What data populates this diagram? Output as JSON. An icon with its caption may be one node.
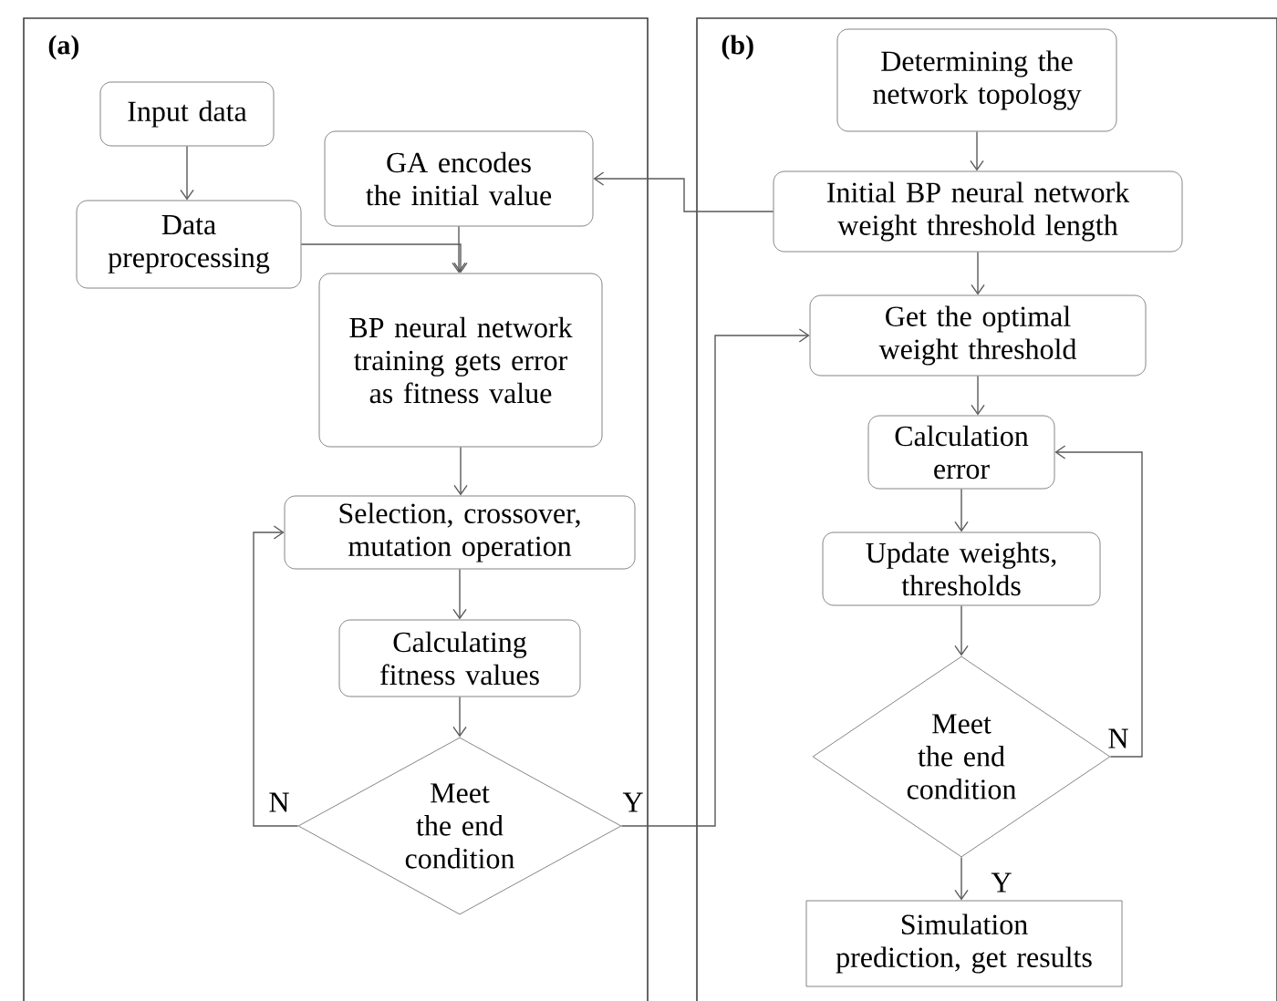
{
  "diagram": {
    "nodes": [
      {
        "text": [
          "(a)"
        ]
      },
      {
        "text": [
          "Input data"
        ],
        "in": 0
      },
      {
        "text": [
          "Data preprocessing"
        ],
        "in": 0
      },
      {
        "text": [
          "GA encodes the initial value"
        ],
        "in": 0
      },
      {
        "text": [
          "BP neural network training gets error as fitness value"
        ],
        "in": 0
      },
      {
        "text": [
          "Selection, crossover, mutation operation"
        ],
        "in": 0
      },
      {
        "text": [
          "Calculating fitness values"
        ],
        "in": 0
      },
      {
        "text": [
          "Meet the end condition"
        ],
        "in": 0
      },
      {
        "text": [
          "(b)"
        ]
      },
      {
        "text": [
          "Determining the network topology"
        ],
        "in": 8
      },
      {
        "text": [
          "Initial BP neural network weight threshold length"
        ],
        "in": 8
      },
      {
        "text": [
          "Get the optimal weight threshold"
        ],
        "in": 8
      },
      {
        "text": [
          "Calculation error"
        ],
        "in": 8
      },
      {
        "text": [
          "Update weights, thresholds"
        ],
        "in": 8
      },
      {
        "text": [
          "Meet the end condition"
        ],
        "in": 8
      },
      {
        "text": [
          "Simulation prediction, get results"
        ],
        "in": 8
      }
    ],
    "edges": [
      {
        "from": 1,
        "to": 2,
        "arrow": "to"
      },
      {
        "from": 2,
        "to": 4,
        "arrow": "to"
      },
      {
        "from": 3,
        "to": 4,
        "arrow": "to"
      },
      {
        "from": 4,
        "to": 5,
        "arrow": "to"
      },
      {
        "from": 5,
        "to": 6,
        "arrow": "to"
      },
      {
        "from": 6,
        "to": 7,
        "arrow": "to"
      },
      {
        "from": 7,
        "to": 5,
        "arrow": "to",
        "label": "N"
      },
      {
        "from": 7,
        "to": 11,
        "arrow": "to",
        "label": "Y"
      },
      {
        "from": 9,
        "to": 10,
        "arrow": "to"
      },
      {
        "from": 10,
        "to": 3,
        "arrow": "to"
      },
      {
        "from": 10,
        "to": 11,
        "arrow": "to"
      },
      {
        "from": 11,
        "to": 12,
        "arrow": "to"
      },
      {
        "from": 12,
        "to": 13,
        "arrow": "to"
      },
      {
        "from": 13,
        "to": 14,
        "arrow": "to"
      },
      {
        "from": 14,
        "to": 12,
        "arrow": "to",
        "label": "N"
      },
      {
        "from": 14,
        "to": 15,
        "arrow": "to",
        "label": "Y"
      }
    ]
  }
}
